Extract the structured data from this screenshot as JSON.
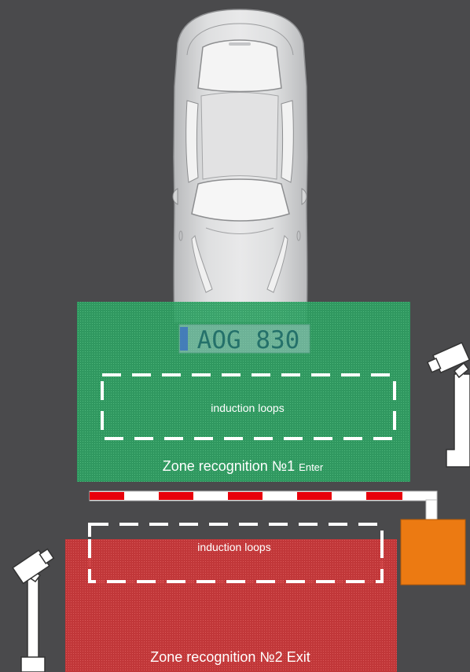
{
  "plate": "AOG 830",
  "zone1": {
    "label": "Zone recognition №1",
    "suffix": "Enter",
    "loops_label": "induction loops",
    "color": "#2e9e62"
  },
  "zone2": {
    "label": "Zone recognition №2 Exit",
    "loops_label": "induction loops",
    "color": "#c73638"
  },
  "background_color": "#4a4a4c",
  "barrier": {
    "stripe_red": "#e8000b",
    "stripe_white": "#ffffff"
  },
  "control_box_color": "#ec7a12",
  "icons": [
    "car",
    "camera-icon",
    "camera-icon",
    "barrier",
    "control-box"
  ]
}
